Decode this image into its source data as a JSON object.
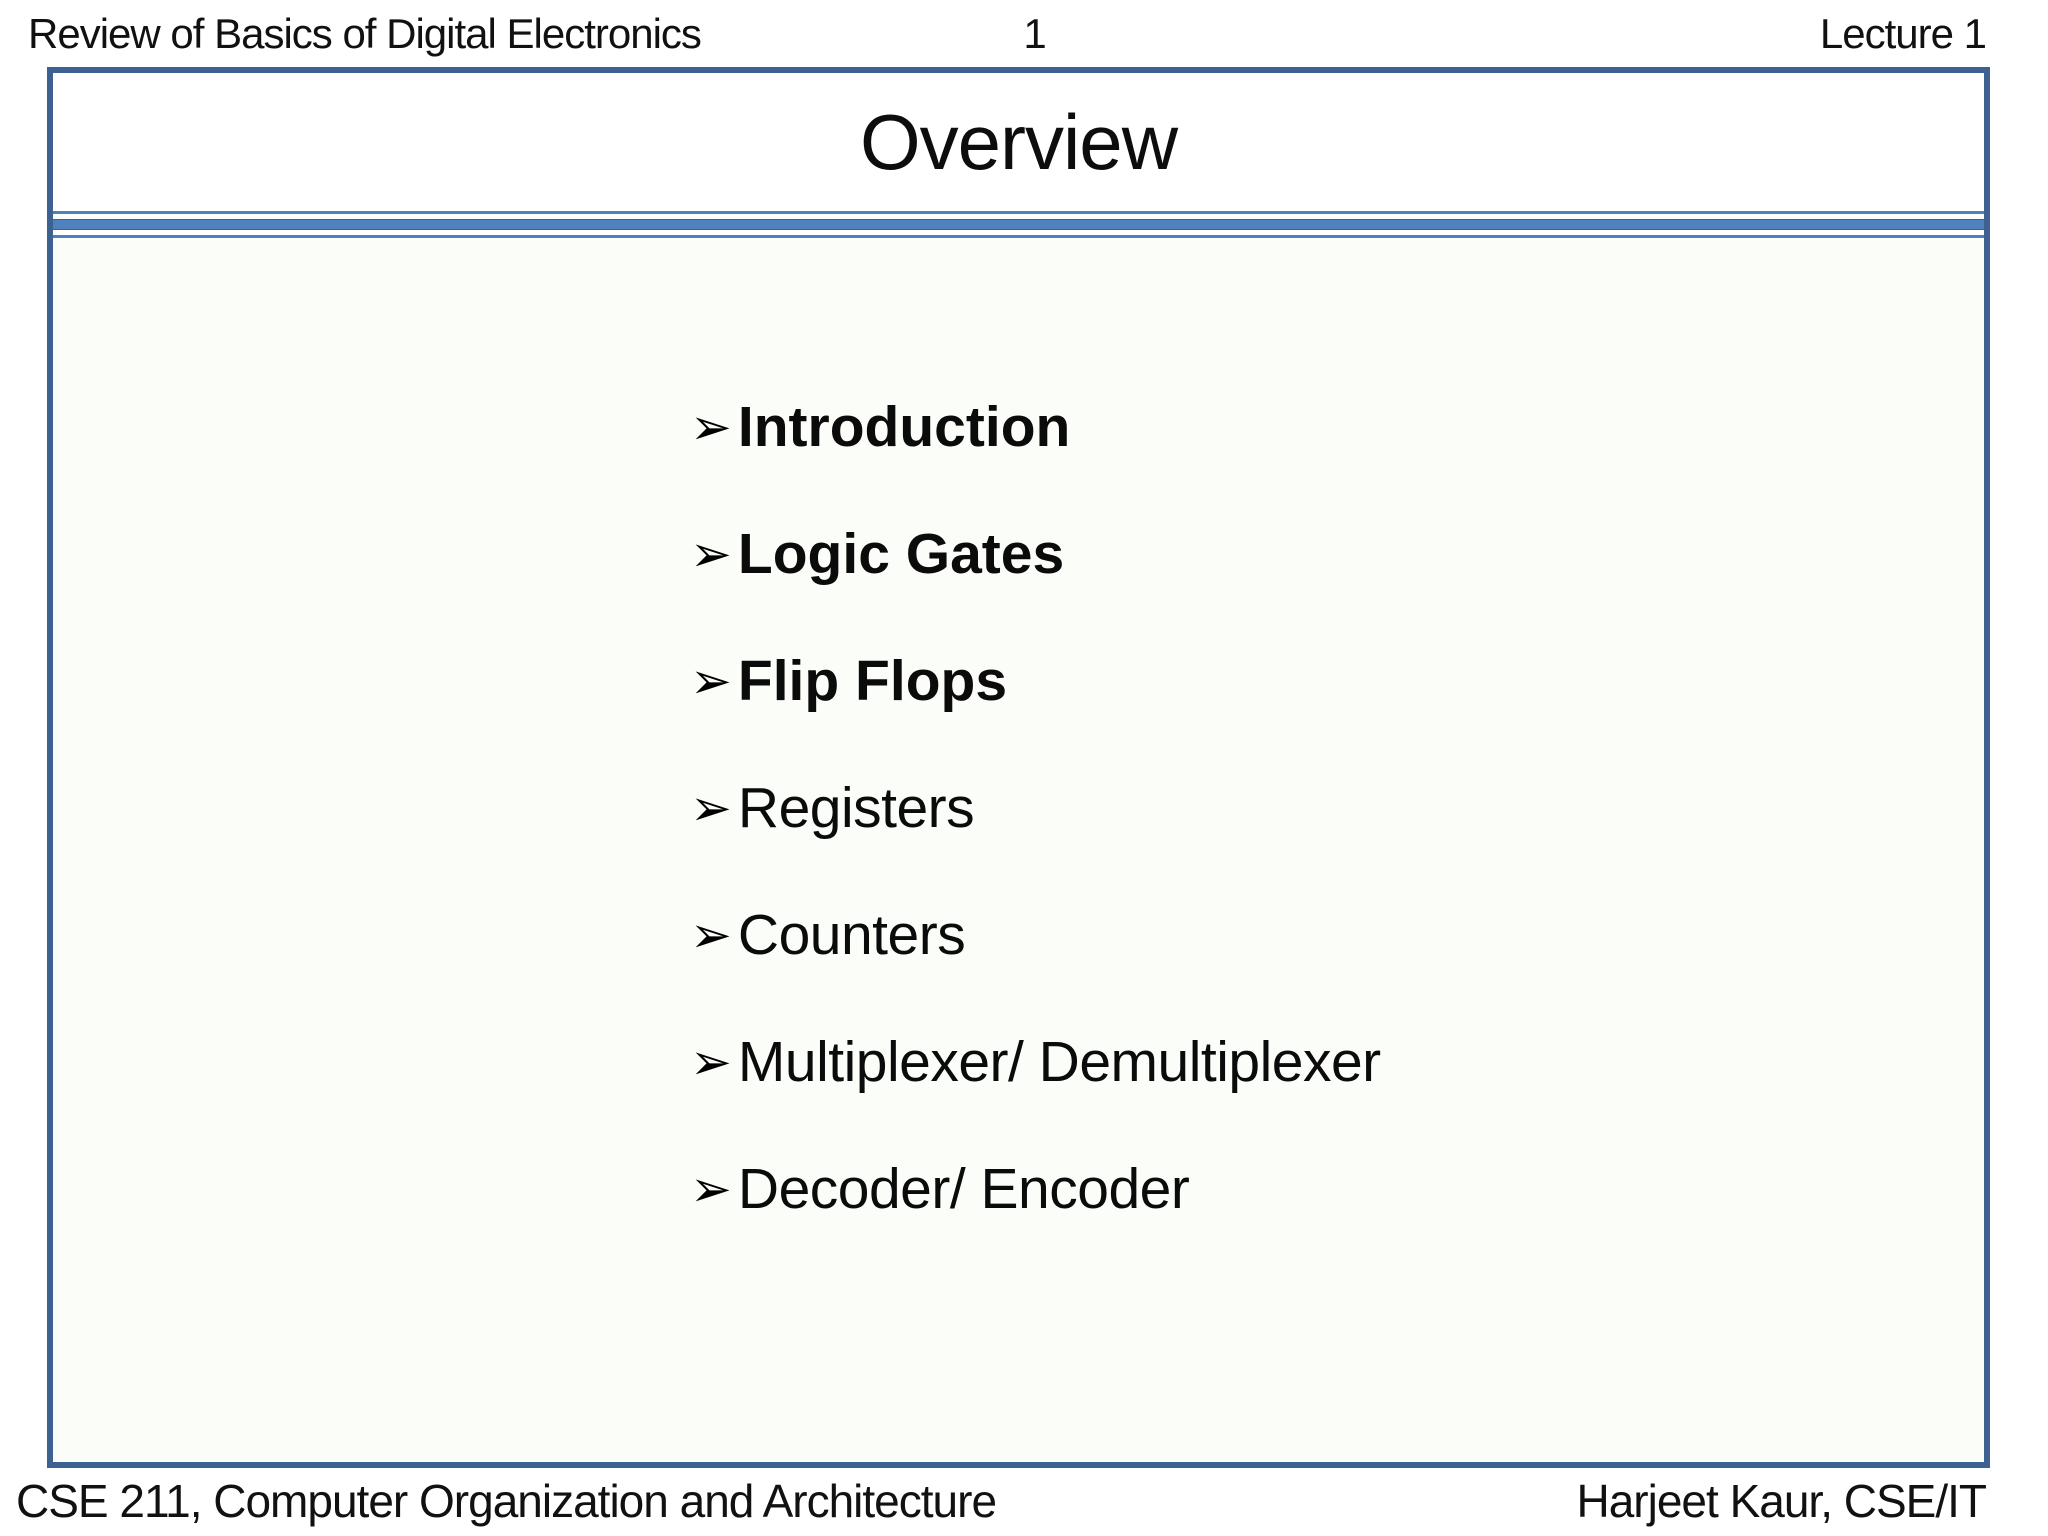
{
  "header": {
    "course_title": "Review of Basics of Digital Electronics",
    "page_number": "1",
    "lecture_label": "Lecture 1"
  },
  "slide": {
    "title": "Overview",
    "bullet_glyph": "➢",
    "bullets": [
      {
        "label": "Introduction",
        "bold": true
      },
      {
        "label": "Logic Gates",
        "bold": true
      },
      {
        "label": "Flip Flops",
        "bold": true
      },
      {
        "label": "Registers",
        "bold": false
      },
      {
        "label": "Counters",
        "bold": false
      },
      {
        "label": "Multiplexer/ Demultiplexer",
        "bold": false
      },
      {
        "label": "Decoder/ Encoder",
        "bold": false
      }
    ]
  },
  "footer": {
    "course_label": "CSE 211, Computer Organization and Architecture",
    "author_label": "Harjeet Kaur, CSE/IT"
  },
  "colors": {
    "frame_border": "#3D6191",
    "separator": "#4F81BD",
    "slide_body_bg": "#FBFEF8"
  }
}
